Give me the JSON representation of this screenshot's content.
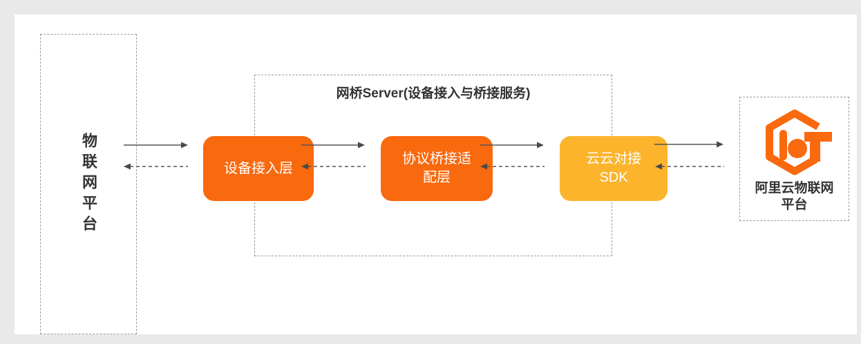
{
  "page": {
    "background": "#e9e9e9",
    "panel_background": "#ffffff"
  },
  "colors": {
    "box_orange": "#f9690e",
    "box_amber": "#fbb42c",
    "icon_orange": "#f9690e",
    "dashed_border": "#9a9a9a",
    "arrow": "#4a4a4a",
    "heading_text": "#333333",
    "box_text": "#ffffff"
  },
  "left_platform": {
    "label": "物联网平台"
  },
  "bridge_server": {
    "title": "网桥Server(设备接入与桥接服务)",
    "boxes": [
      {
        "label": "设备接入层"
      },
      {
        "label": "协议桥接适\n配层"
      },
      {
        "label": "云云对接\nSDK"
      }
    ]
  },
  "aliyun_platform": {
    "icon": "aliyun-iot-logo",
    "label": "阿里云物联网\n平台"
  }
}
